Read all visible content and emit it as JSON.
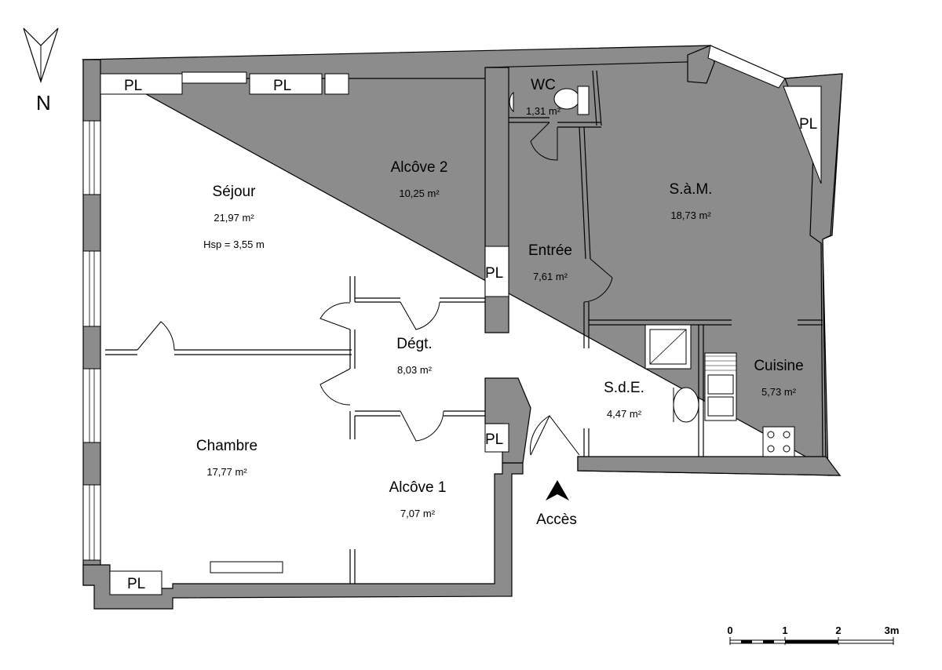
{
  "compass": {
    "label": "N"
  },
  "rooms": {
    "sejour": {
      "name": "Séjour",
      "area": "21,97 m²",
      "height": "Hsp = 3,55 m"
    },
    "alcove2": {
      "name": "Alcôve 2",
      "area": "10,25 m²"
    },
    "wc": {
      "name": "WC",
      "area": "1,31 m²"
    },
    "sam": {
      "name": "S.à.M.",
      "area": "18,73 m²"
    },
    "entree": {
      "name": "Entrée",
      "area": "7,61 m²"
    },
    "degt": {
      "name": "Dégt.",
      "area": "8,03 m²"
    },
    "sde": {
      "name": "S.d.E.",
      "area": "4,47 m²"
    },
    "cuisine": {
      "name": "Cuisine",
      "area": "5,73 m²"
    },
    "chambre": {
      "name": "Chambre",
      "area": "17,77 m²"
    },
    "alcove1": {
      "name": "Alcôve 1",
      "area": "7,07 m²"
    }
  },
  "closet_label": "PL",
  "access": {
    "label": "Accès"
  },
  "scale_bar": {
    "ticks": [
      "0",
      "1",
      "2",
      "3m"
    ]
  }
}
